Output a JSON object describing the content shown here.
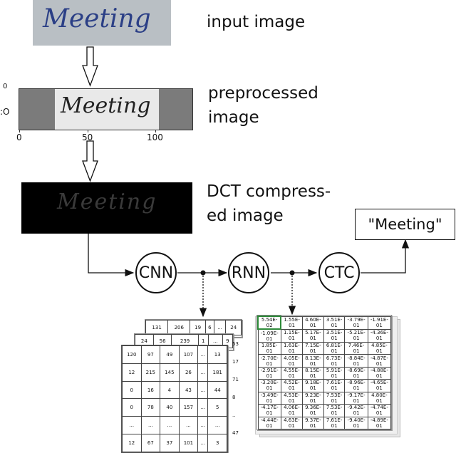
{
  "labels": {
    "input": "input image",
    "preprocessed_l1": "preprocessed",
    "preprocessed_l2": "image",
    "dct_l1": "DCT compress-",
    "dct_l2": "ed image",
    "output": "\"Meeting\""
  },
  "images": {
    "handwriting": "Meeting"
  },
  "axis": {
    "ticks_x": [
      "0",
      "50",
      "100"
    ],
    "ticks_y": [
      "0",
      ":O"
    ]
  },
  "nodes": {
    "cnn": "CNN",
    "rnn": "RNN",
    "ctc": "CTC"
  },
  "cnn_features": {
    "back_rows": [
      [
        "131",
        "206",
        "19",
        "6",
        "...",
        "24"
      ]
    ],
    "mid_rows": [
      [
        "24",
        "56",
        "239",
        "1",
        "...",
        "9"
      ]
    ],
    "front_rows": [
      [
        "120",
        "97",
        "49",
        "107",
        "...",
        "13"
      ],
      [
        "12",
        "215",
        "145",
        "26",
        "...",
        "181"
      ],
      [
        "0",
        "16",
        "4",
        "43",
        "...",
        "44"
      ],
      [
        "0",
        "78",
        "40",
        "157",
        "...",
        "5"
      ],
      [
        "...",
        "...",
        "...",
        "...",
        "...",
        "..."
      ],
      [
        "12",
        "67",
        "37",
        "101",
        "...",
        "3"
      ]
    ],
    "side_values": [
      "53",
      "17",
      "71",
      "8",
      "..",
      "47"
    ]
  },
  "rnn_features": {
    "rows": [
      [
        "5.54E-02",
        "1.55E-01",
        "4.60E-01",
        "3.51E-01",
        "-3.79E-01",
        "-1.91E-01"
      ],
      [
        "-1.09E-01",
        "1.15E-01",
        "5.17E-01",
        "3.51E-01",
        "-5.21E-01",
        "-4.36E-01"
      ],
      [
        "1.85E-01",
        "1.63E-01",
        "7.15E-01",
        "6.81E-01",
        "7.46E-01",
        "4.85E-01"
      ],
      [
        "-2.70E-01",
        "4.05E-01",
        "8.13E-01",
        "6.73E-01",
        "-8.84E-01",
        "-4.87E-01"
      ],
      [
        "-2.91E-01",
        "4.55E-01",
        "8.15E-01",
        "5.91E-01",
        "-8.69E-01",
        "-4.88E-01"
      ],
      [
        "-3.20E-01",
        "4.52E-01",
        "9.18E-01",
        "7.61E-01",
        "-8.96E-01",
        "-4.65E-01"
      ],
      [
        "-3.49E-01",
        "4.53E-01",
        "9.23E-01",
        "7.53E-01",
        "-9.17E-01",
        "4.80E-01"
      ],
      [
        "-4.17E-01",
        "4.06E-01",
        "9.36E-01",
        "7.53E-01",
        "-9.42E-01",
        "-4.74E-01"
      ],
      [
        "-4.44E-01",
        "4.63E-01",
        "9.37E-01",
        "7.61E-01",
        "-9.40E-01",
        "-4.89E-01"
      ]
    ]
  }
}
